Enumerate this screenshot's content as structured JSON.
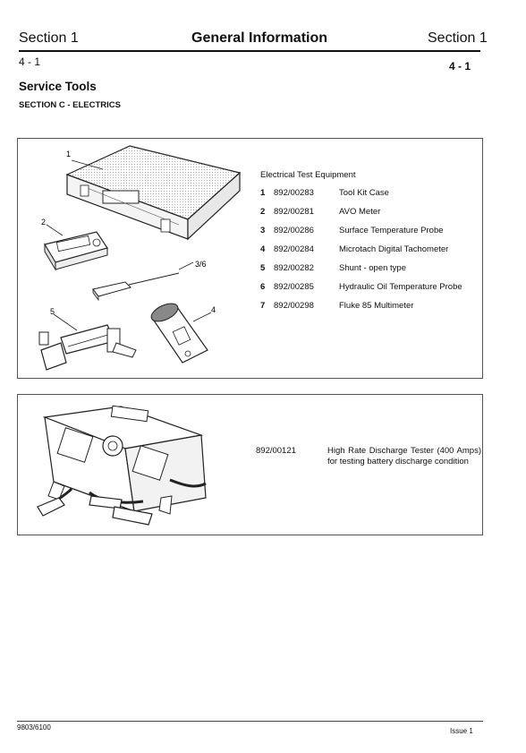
{
  "header": {
    "section_left": "Section 1",
    "title": "General Information",
    "section_right": "Section 1",
    "page_left": "4 - 1",
    "page_right": "4 - 1"
  },
  "page": {
    "title": "Service Tools",
    "subtitle": "SECTION C - ELECTRICS"
  },
  "kit": {
    "heading": "Electrical Test Equipment",
    "items": [
      {
        "num": "1",
        "code": "892/00283",
        "desc": "Tool Kit Case"
      },
      {
        "num": "2",
        "code": "892/00281",
        "desc": "AVO Meter"
      },
      {
        "num": "3",
        "code": "892/00286",
        "desc": "Surface Temperature Probe"
      },
      {
        "num": "4",
        "code": "892/00284",
        "desc": "Microtach Digital Tachometer"
      },
      {
        "num": "5",
        "code": "892/00282",
        "desc": "Shunt - open type"
      },
      {
        "num": "6",
        "code": "892/00285",
        "desc": "Hydraulic Oil Temperature Probe"
      },
      {
        "num": "7",
        "code": "892/00298",
        "desc": "Fluke 85 Multimeter"
      }
    ],
    "callouts": {
      "c1": "1",
      "c2": "2",
      "c36": "3/6",
      "c4": "4",
      "c5": "5"
    }
  },
  "tester": {
    "code": "892/00121",
    "desc_line1": "High Rate Discharge Tester (400 Amps)",
    "desc_line2": "for testing battery discharge condition"
  },
  "footer": {
    "doc_number": "9803/6100",
    "issue": "Issue 1"
  }
}
